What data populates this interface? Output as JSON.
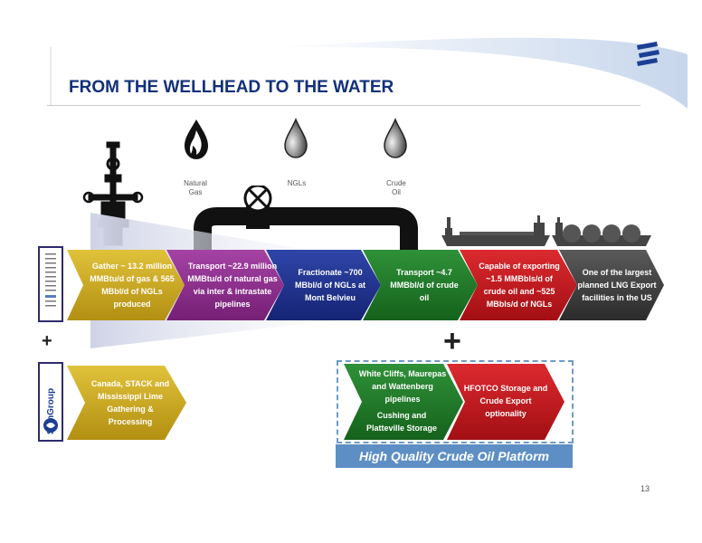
{
  "slide": {
    "title": "FROM THE WELLHEAD TO THE WATER",
    "page_number": "13"
  },
  "products": [
    {
      "label": "Natural\nGas",
      "icon": "flame-drop-icon"
    },
    {
      "label": "NGLs",
      "icon": "droplet-icon"
    },
    {
      "label": "Crude\nOil",
      "icon": "droplet-icon"
    }
  ],
  "chain": [
    {
      "text": "Gather ~ 13.2 million MMBtu/d of gas & 565 MBbl/d of NGLs produced",
      "color": "#c9a81f"
    },
    {
      "text": "Transport ~22.9 million MMBtu/d of natural gas via inter & intrastate pipelines",
      "color": "#8e2a8e"
    },
    {
      "text": "Fractionate ~700 MBbl/d of NGLs at Mont Belvieu",
      "color": "#1b2f8f"
    },
    {
      "text": "Transport ~4.7 MMBbl/d of crude oil",
      "color": "#1d7a26"
    },
    {
      "text": "Capable of exporting ~1.5 MMBbls/d of crude oil and ~525 MBbls/d of NGLs",
      "color": "#c4161c"
    },
    {
      "text": "One of the largest planned LNG Export facilities in the US",
      "color": "#3f3f3f"
    }
  ],
  "semgroup": {
    "logo_text": "SemGroup",
    "chevron_text": "Canada, STACK and Mississippi Lime Gathering & Processing"
  },
  "platform": {
    "green_text_1": "White Cliffs, Maurepas and Wattenberg pipelines",
    "green_text_2": "Cushing and Platteville Storage",
    "red_text": "HFOTCO Storage and Crude Export optionality",
    "label": "High Quality Crude Oil Platform"
  },
  "symbols": {
    "plus": "+"
  }
}
